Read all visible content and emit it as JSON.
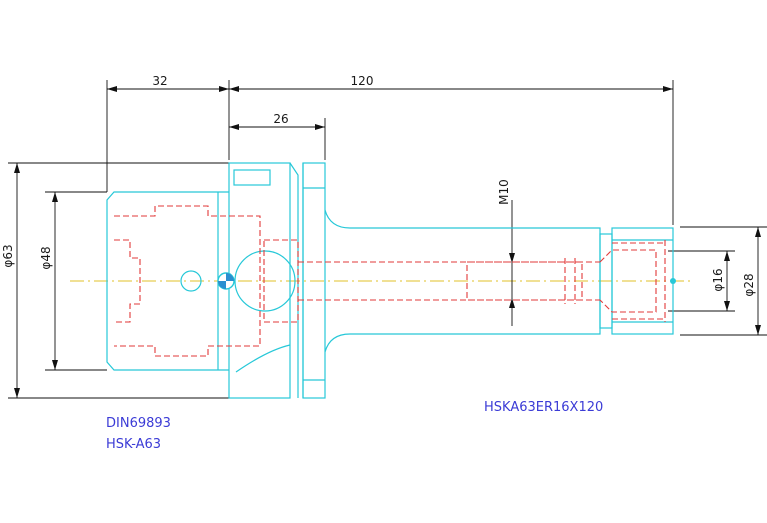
{
  "dimensions": {
    "d32": "32",
    "d120": "120",
    "d26": "26",
    "m10": "M10",
    "phi63": "φ63",
    "phi48": "φ48",
    "phi16": "φ16",
    "phi28": "φ28"
  },
  "notes": {
    "standard": "DIN69893",
    "interface": "HSK-A63",
    "model": "HSKA63ER16X120"
  },
  "colors": {
    "outline": "#27c8d8",
    "hidden": "#e23a3a",
    "dimension": "#111111",
    "centerline": "#e2c22a",
    "annotation": "#3b3bd6"
  }
}
